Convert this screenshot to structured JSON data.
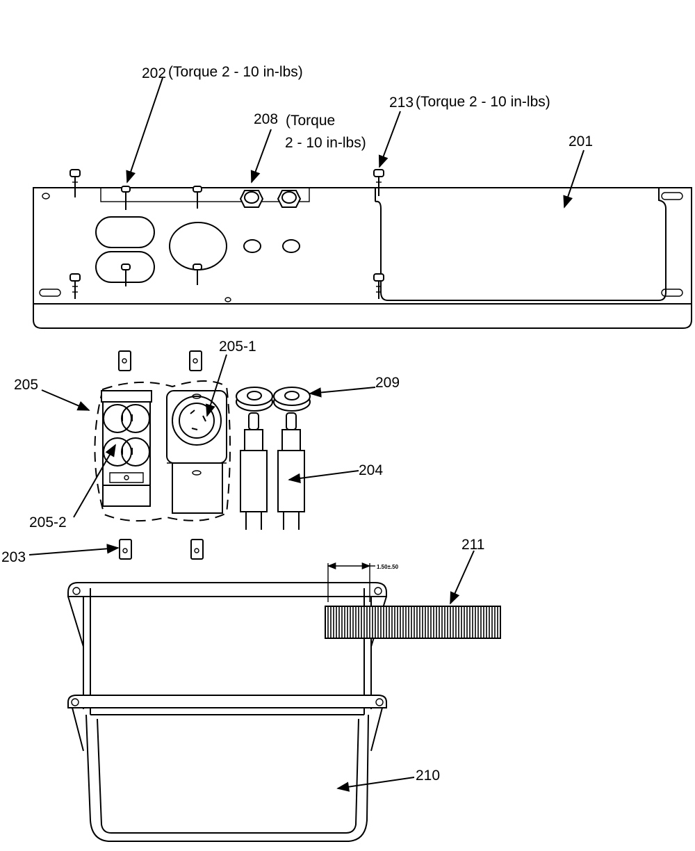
{
  "callouts": {
    "c202": "202",
    "c202_note": "(Torque 2 - 10 in-lbs)",
    "c208": "208",
    "c208_note_1": "(Torque",
    "c208_note_2": "2 - 10 in-lbs)",
    "c213": "213",
    "c213_note": "(Torque 2 - 10 in-lbs)",
    "c201": "201",
    "c205_1": "205-1",
    "c205": "205",
    "c209": "209",
    "c204": "204",
    "c205_2": "205-2",
    "c203": "203",
    "c211": "211",
    "c211_dim": "1.50±.50",
    "c210": "210"
  }
}
